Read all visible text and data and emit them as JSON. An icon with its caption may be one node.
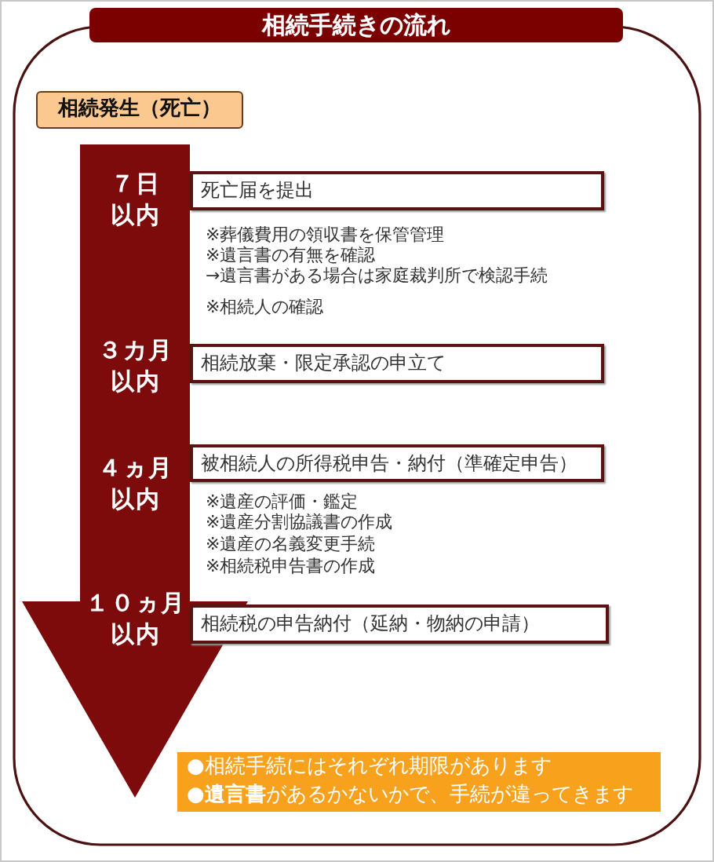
{
  "diagram": {
    "title": "相続手続きの流れ",
    "nodes": [
      {
        "text": [
          "相続発生（死亡）"
        ]
      },
      {
        "text": [
          "７日以内",
          "３カ月以内",
          "４ヵ月以内",
          "１０ヵ月以内"
        ]
      },
      {
        "text": [
          "死亡届を提出"
        ]
      },
      {
        "text": [
          "相続放棄・限定承認の申立て"
        ]
      },
      {
        "text": [
          "被相続人の所得税申告・納付（準確定申告）"
        ]
      },
      {
        "text": [
          "相続税の申告納付（延納・物納の申請）"
        ]
      },
      {
        "text": [
          "●相続手続にはそれぞれ期限があります",
          "●**遺言書**があるかないかで、手続が違ってきます"
        ]
      }
    ],
    "labels": [
      "※葬儀費用の領収書を保管管理",
      "※遺言書の有無を確認",
      "→遺言書がある場合は家庭裁判所で検認手続",
      "※相続人の確認",
      "※遺産の評価・鑑定",
      "※遺産分割協議書の作成",
      "※遺産の名義変更手続",
      "※相続税申告書の作成"
    ]
  }
}
